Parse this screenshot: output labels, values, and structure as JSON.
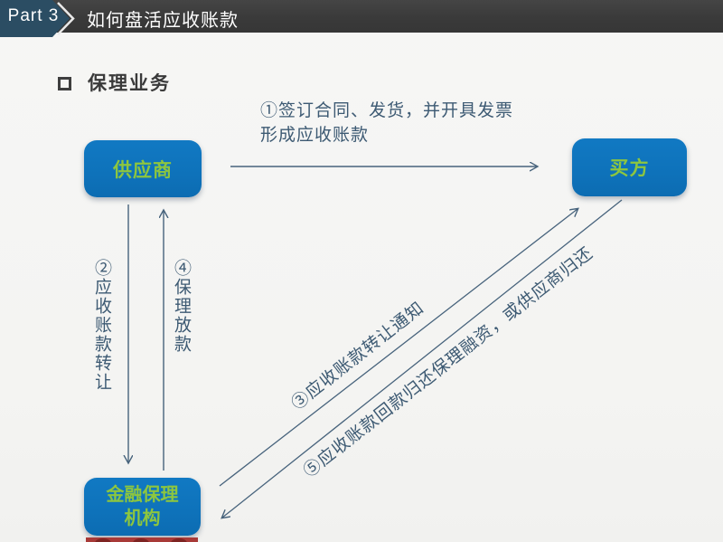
{
  "header": {
    "part_label": "Part 3",
    "title": "如何盘活应收账款"
  },
  "section": {
    "title": "保理业务"
  },
  "diagram": {
    "nodes": {
      "supplier": "供应商",
      "buyer": "买方",
      "factor_line1": "金融保理",
      "factor_line2": "机构"
    },
    "flows": {
      "step1": "①签订合同、发货，并开具发票形成应收账款",
      "step2": "②应收账款转让",
      "step3": "③应收账款转让通知",
      "step4": "④保理放款",
      "step5": "⑤应收账款回款归还保理融资，或供应商归还"
    }
  },
  "colors": {
    "header_bg": "#3a3a3a",
    "part_badge": "#2b4d63",
    "node_blue": "#0e72ba",
    "node_text_green": "#8dc63f",
    "arrow_slate": "#47637c",
    "label_slate": "#3d5a73",
    "ribbon_red": "#a83a38"
  }
}
